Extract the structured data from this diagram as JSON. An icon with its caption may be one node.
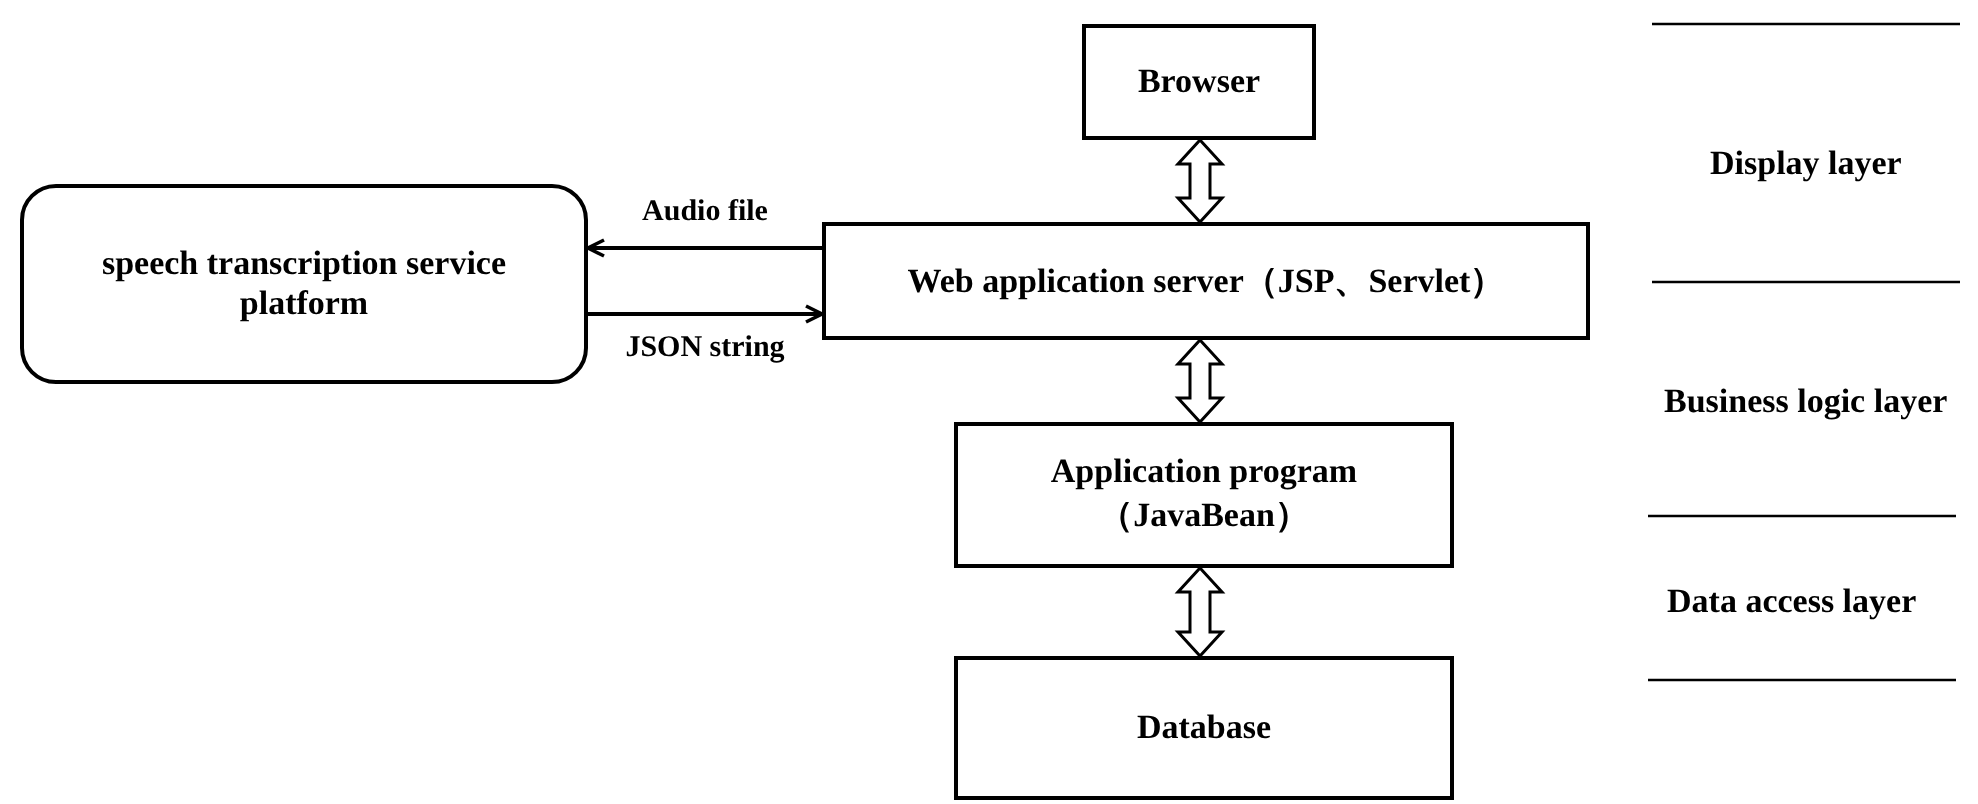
{
  "diagram": {
    "nodes": [
      {
        "text": [
          "speech transcription service platform"
        ]
      },
      {
        "text": [
          "Browser"
        ]
      },
      {
        "text": [
          "Web application server（JSP、Servlet）"
        ]
      },
      {
        "text": [
          "Application program （JavaBean）"
        ]
      },
      {
        "text": [
          "Database"
        ]
      }
    ],
    "edges": [
      {
        "from": 2,
        "to": 0,
        "arrow": "to",
        "label": "Audio file"
      },
      {
        "from": 0,
        "to": 2,
        "arrow": "to",
        "label": "JSON string"
      },
      {
        "from": 1,
        "to": 2,
        "arrow": "both"
      },
      {
        "from": 2,
        "to": 3,
        "arrow": "both"
      },
      {
        "from": 3,
        "to": 4,
        "arrow": "both"
      }
    ],
    "labels": [
      "Display layer",
      "Business logic layer",
      "Data access layer"
    ]
  }
}
